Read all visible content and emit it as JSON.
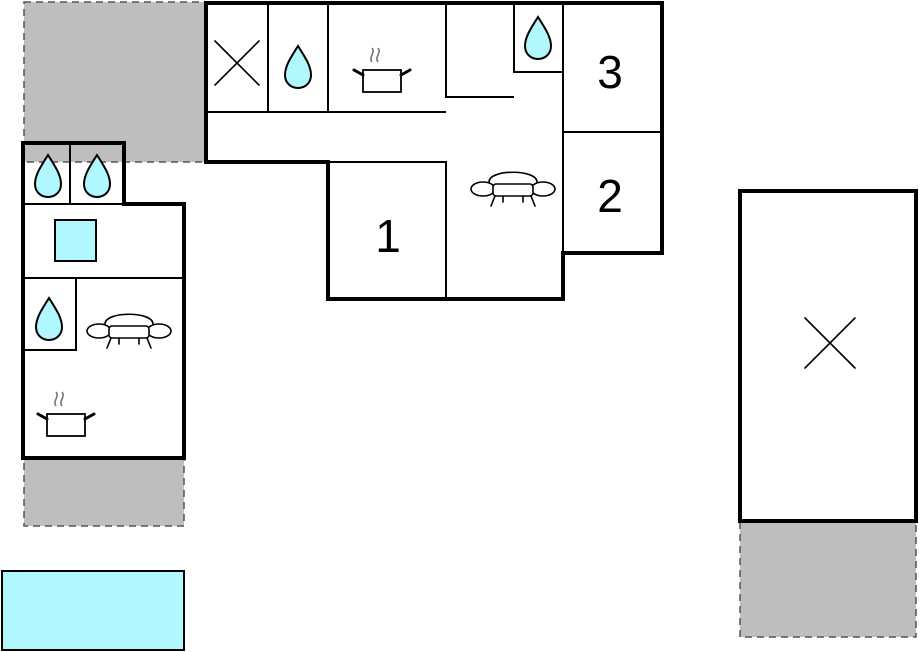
{
  "colors": {
    "terrace": "#bebebe",
    "water": "#b0f8fd",
    "wall": "#000000",
    "background": "#ffffff"
  },
  "rooms": {
    "room_1": "1",
    "room_2": "2",
    "room_3": "3"
  },
  "icons": [
    "bathroom-icon",
    "kitchen-icon",
    "sofa-icon",
    "storage-x-icon",
    "pool-icon",
    "dishwasher-icon"
  ]
}
